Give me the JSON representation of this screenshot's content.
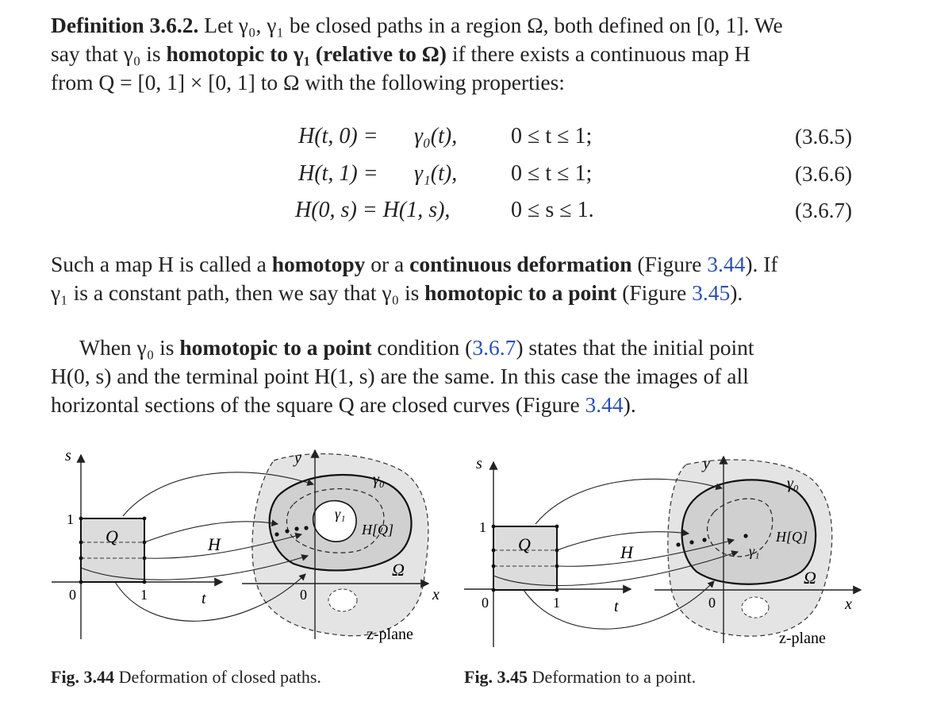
{
  "definition": {
    "label": "Definition 3.6.2.",
    "line1_text": " Let γ₀, γ₁ be closed paths in a region Ω, both defined on [0, 1]. We",
    "line2_a": "say that γ₀ is ",
    "line2_bold": "homotopic to γ₁ (relative to Ω)",
    "line2_b": " if there exists a continuous map H",
    "line3": "from Q = [0, 1] × [0, 1] to Ω with the following properties:"
  },
  "equations": [
    {
      "lhs": "H(t, 0) =",
      "rhs": "γ₀(t),",
      "cond": "0 ≤ t ≤ 1;",
      "num": "(3.6.5)"
    },
    {
      "lhs": "H(t, 1) =",
      "rhs": "γ₁(t),",
      "cond": "0 ≤ t ≤ 1;",
      "num": "(3.6.6)"
    },
    {
      "lhs": "H(0, s) = H(1, s),",
      "rhs": "",
      "cond": "0 ≤ s ≤ 1.",
      "num": "(3.6.7)"
    }
  ],
  "para2": {
    "a": "Such a map H is called a ",
    "b1": "homotopy",
    "c": " or a ",
    "b2": "continuous deformation",
    "d": " (Figure ",
    "ref1": "3.44",
    "e": "). If",
    "f": "γ₁ is a constant path, then we say that γ₀ is ",
    "b3": "homotopic to a point",
    "g": " (Figure ",
    "ref2": "3.45",
    "h": ")."
  },
  "para3": {
    "a": "When γ₀ is ",
    "b1": "homotopic to a point",
    "c": " condition (",
    "ref1": "3.6.7",
    "d": ") states that the initial point",
    "e": "H(0, s) and the terminal point H(1, s) are the same. In this case the images of all",
    "f": "horizontal sections of the square Q are closed curves (Figure ",
    "ref2": "3.44",
    "g": ")."
  },
  "figures": [
    {
      "caption_label": "Fig. 3.44",
      "caption_text": "Deformation of closed paths.",
      "labels": {
        "s": "s",
        "one_y": "1",
        "zero": "0",
        "one_x": "1",
        "t": "t",
        "Q": "Q",
        "H": "H",
        "y": "y",
        "x": "x",
        "zero2": "0",
        "gamma0": "γ₀",
        "gamma1": "γ₁",
        "HQ": "H[Q]",
        "Omega": "Ω",
        "zplane": "z-plane"
      }
    },
    {
      "caption_label": "Fig. 3.45",
      "caption_text": "Deformation to a point.",
      "labels": {
        "s": "s",
        "one_y": "1",
        "zero": "0",
        "one_x": "1",
        "t": "t",
        "Q": "Q",
        "H": "H",
        "y": "y",
        "x": "x",
        "zero2": "0",
        "gamma0": "γ₀",
        "gamma1": "γ₁",
        "HQ": "H[Q]",
        "Omega": "Ω",
        "zplane": "z-plane"
      }
    }
  ],
  "colors": {
    "text": "#222222",
    "link": "#2a4fb8",
    "region": "#e4e4e4",
    "square": "#dcdcdc"
  }
}
